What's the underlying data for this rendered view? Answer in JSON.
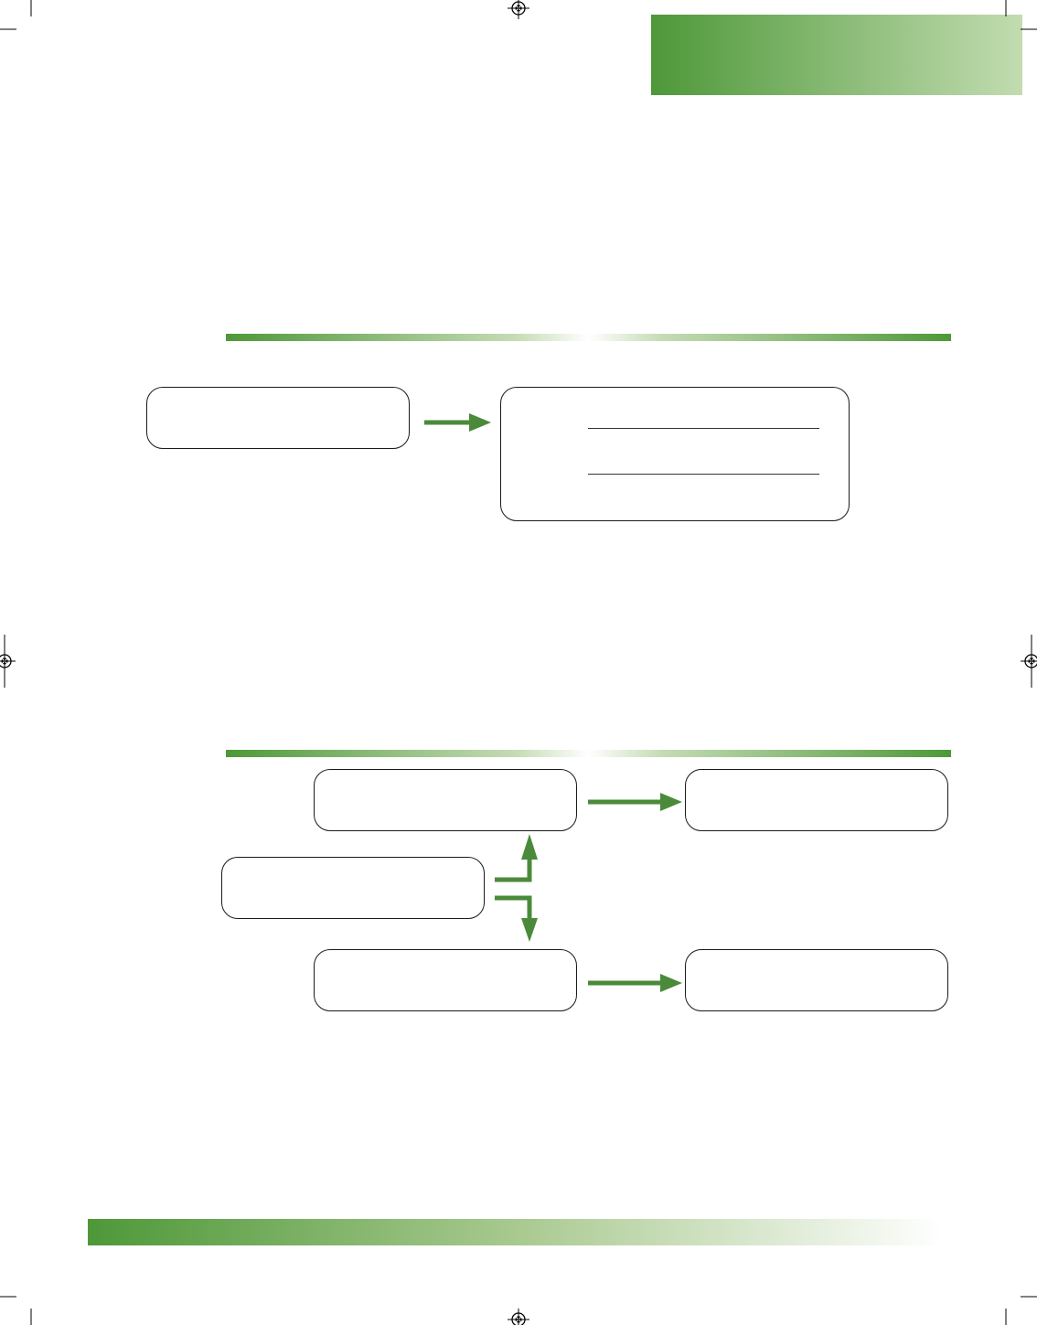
{
  "theme": {
    "accent_dark": "#4e9839",
    "accent_light": "#c2dcb0",
    "arrow_color": "#4a8a3a",
    "box_border": "#1a1a1a"
  },
  "diagram_1": {
    "source_box": {
      "text": ""
    },
    "target_box": {
      "text": "",
      "blank_lines": 2
    },
    "connector": "right-arrow"
  },
  "diagram_2": {
    "left_box": {
      "text": ""
    },
    "upper_box": {
      "text": ""
    },
    "upper_result_box": {
      "text": ""
    },
    "lower_box": {
      "text": ""
    },
    "lower_result_box": {
      "text": ""
    },
    "connectors": [
      "branch-up-arrow",
      "branch-down-arrow",
      "right-arrow",
      "right-arrow"
    ]
  },
  "icons": [
    "registration-mark-icon"
  ]
}
